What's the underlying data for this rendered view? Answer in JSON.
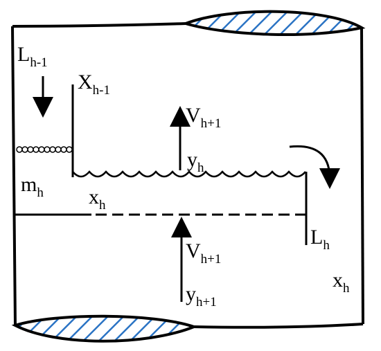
{
  "labels": {
    "l_prev": {
      "main": "L",
      "sub": "h-1"
    },
    "x_prev": {
      "main": "X",
      "sub": "h-1"
    },
    "v_upper": {
      "main": "V",
      "sub": "h+1"
    },
    "y_h": {
      "main": "y",
      "sub": "h"
    },
    "m_h": {
      "main": "m",
      "sub": "h"
    },
    "x_h_tray": {
      "main": "x",
      "sub": "h"
    },
    "l_h": {
      "main": "L",
      "sub": "h"
    },
    "v_lower": {
      "main": "V",
      "sub": "h+1"
    },
    "y_lower": {
      "main": "y",
      "sub": "h+1"
    },
    "x_h_right": {
      "main": "x",
      "sub": "h"
    }
  },
  "colors": {
    "hatch": "#2a73c4",
    "stroke": "#000000"
  }
}
